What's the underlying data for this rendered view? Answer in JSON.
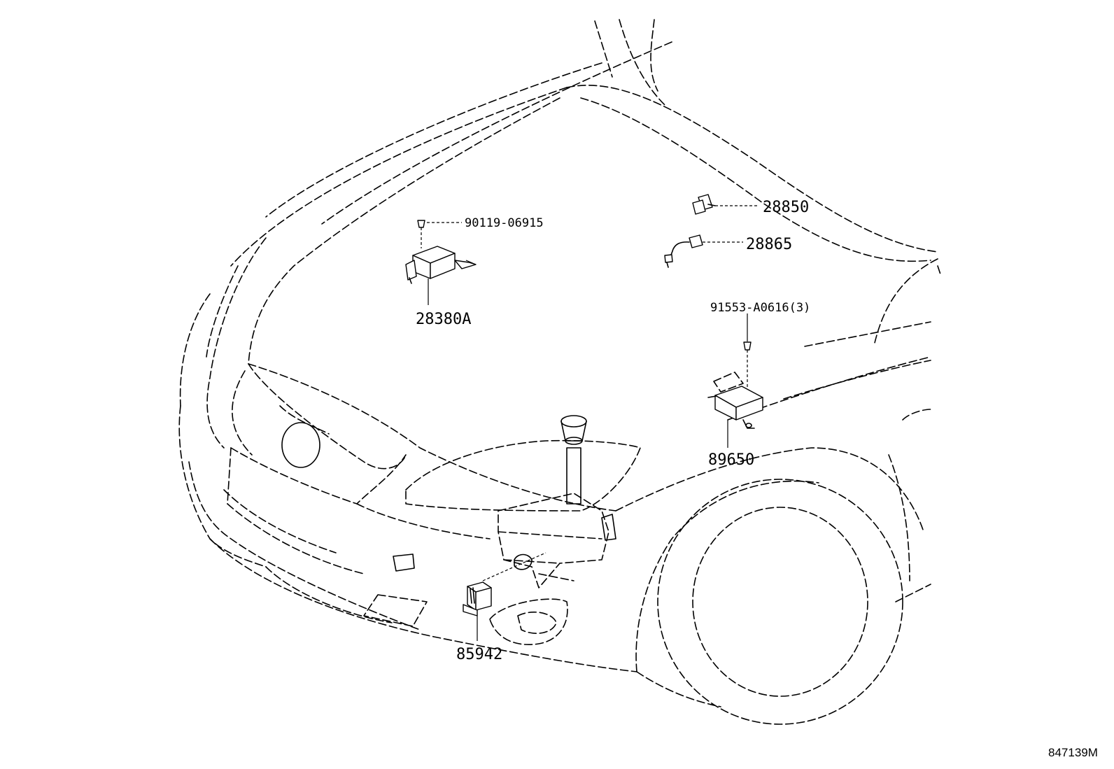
{
  "figure_id": "847139M",
  "callouts": [
    {
      "id": "c1",
      "part_no": "90119-06915"
    },
    {
      "id": "c2",
      "part_no": "28380A"
    },
    {
      "id": "c3",
      "part_no": "28850"
    },
    {
      "id": "c4",
      "part_no": "28865"
    },
    {
      "id": "c5",
      "part_no": "91553-A0616(3)"
    },
    {
      "id": "c6",
      "part_no": "89650"
    },
    {
      "id": "c7",
      "part_no": "85942"
    }
  ]
}
